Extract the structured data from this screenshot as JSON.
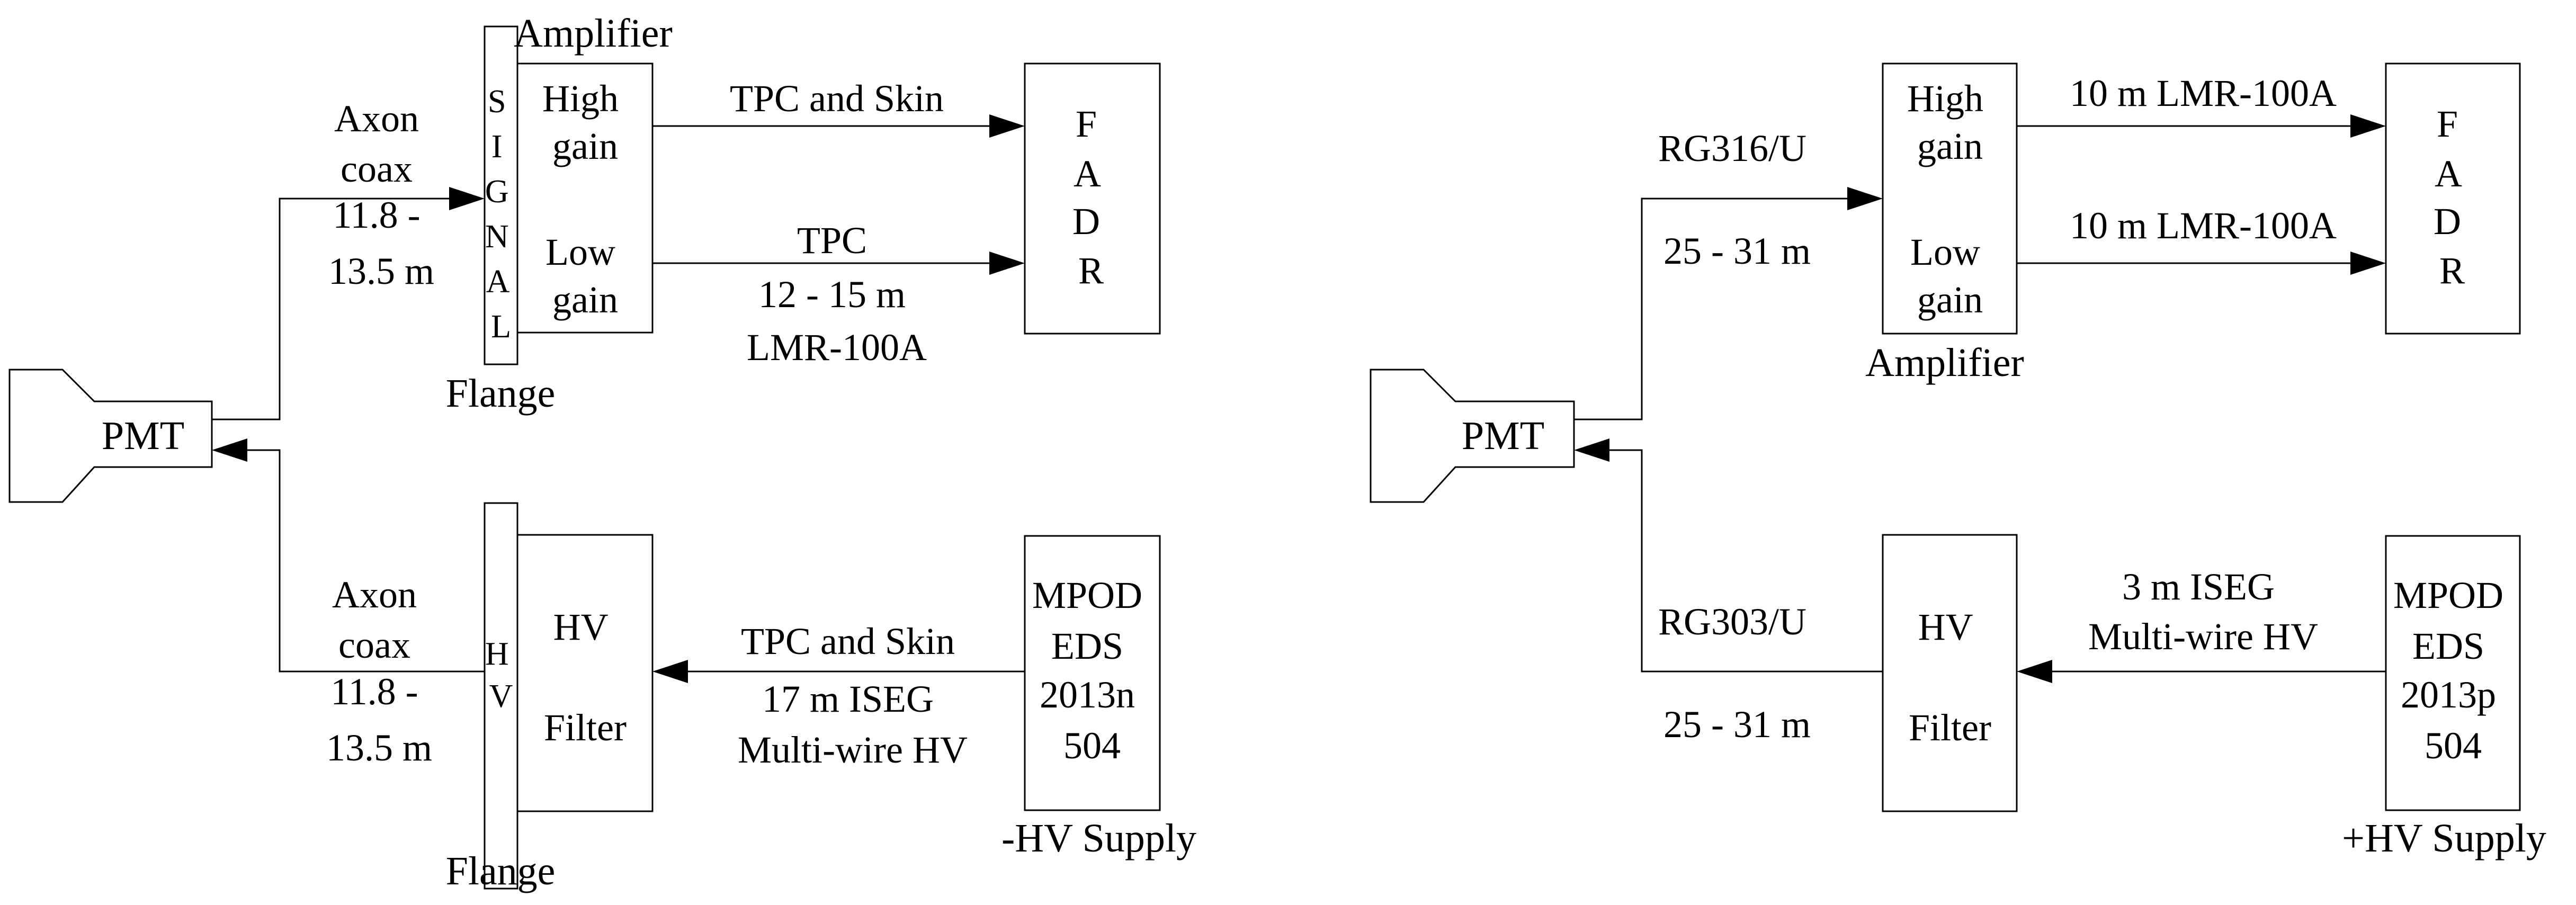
{
  "left": {
    "pmt": "PMT",
    "amplifier": "Amplifier",
    "flange_signal": [
      "S",
      "I",
      "G",
      "N",
      "A",
      "L"
    ],
    "flange_hv": [
      "H",
      "V"
    ],
    "flange_top_label": "Flange",
    "flange_bottom_label": "Flange",
    "high_gain": [
      "High",
      "gain"
    ],
    "low_gain": [
      "Low",
      "gain"
    ],
    "fadr": [
      "F",
      "A",
      "D",
      "R"
    ],
    "signal_cable": [
      "Axon",
      "coax",
      "11.8 -",
      "13.5 m"
    ],
    "hv_cable": [
      "Axon",
      "coax",
      "11.8 -",
      "13.5 m"
    ],
    "high_link": "TPC and Skin",
    "low_link": [
      "TPC",
      "12 - 15 m",
      "LMR-100A"
    ],
    "hv_filter": [
      "HV",
      "Filter"
    ],
    "hv_link": [
      "TPC and Skin",
      "17 m ISEG",
      "Multi-wire HV"
    ],
    "supply_box": [
      "MPOD",
      "EDS",
      "2013n",
      "504"
    ],
    "supply_label": "-HV Supply"
  },
  "right": {
    "pmt": "PMT",
    "amplifier": "Amplifier",
    "high_gain": [
      "High",
      "gain"
    ],
    "low_gain": [
      "Low",
      "gain"
    ],
    "fadr": [
      "F",
      "A",
      "D",
      "R"
    ],
    "signal_cable": [
      "RG316/U",
      "25 - 31 m"
    ],
    "high_link": "10 m LMR-100A",
    "low_link": "10 m LMR-100A",
    "hv_cable": [
      "RG303/U",
      "25 - 31 m"
    ],
    "hv_filter": [
      "HV",
      "Filter"
    ],
    "hv_link": [
      "3 m ISEG",
      "Multi-wire HV"
    ],
    "supply_box": [
      "MPOD",
      "EDS",
      "2013p",
      "504"
    ],
    "supply_label": "+HV Supply"
  }
}
